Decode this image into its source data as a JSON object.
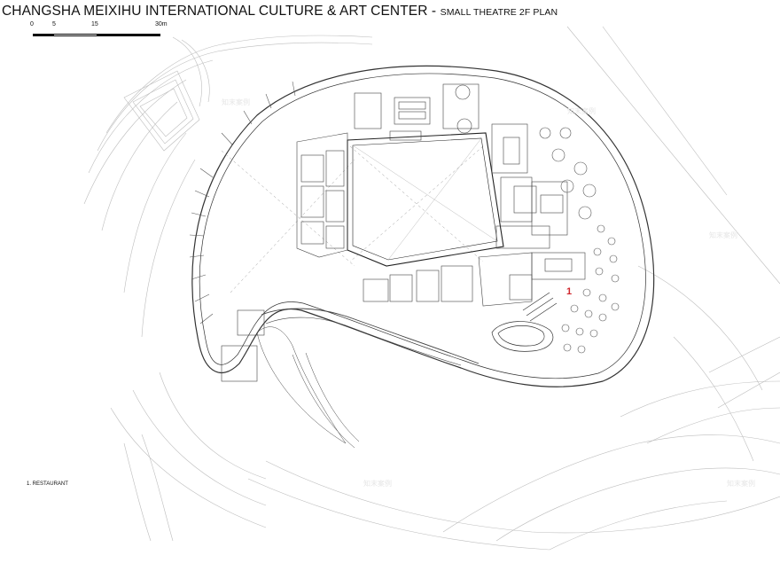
{
  "title": {
    "main": "CHANGSHA MEIXIHU INTERNATIONAL CULTURE & ART CENTER - ",
    "sub": "SMALL THEATRE 2F PLAN"
  },
  "scale": {
    "labels": [
      "0",
      "5",
      "15",
      "30m"
    ]
  },
  "plan": {
    "room_marker": "1",
    "marker_color": "#d0262c"
  },
  "legend": {
    "items": [
      "1. RESTAURANT"
    ]
  },
  "watermark": "知末案例"
}
